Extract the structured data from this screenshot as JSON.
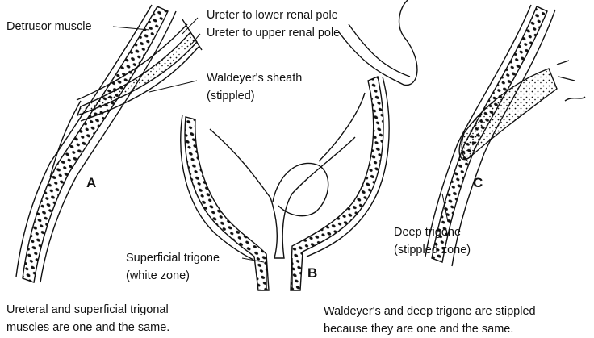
{
  "labels": {
    "detrusor_muscle": "Detrusor muscle",
    "ureter_lower": "Ureter to lower renal pole",
    "ureter_upper": "Ureter to upper renal pole",
    "waldeyer_sheath": "Waldeyer's sheath",
    "waldeyer_sheath_note": "(stippled)",
    "superficial_trigone": "Superficial trigone",
    "superficial_trigone_note": "(white zone)",
    "deep_trigone": "Deep trigone",
    "deep_trigone_note": "(stippled zone)"
  },
  "panels": {
    "a": "A",
    "b": "B",
    "c": "C"
  },
  "captions": {
    "left_line1": "Ureteral and superficial trigonal",
    "left_line2": "muscles are one and the same.",
    "right_line1": "Waldeyer's and deep trigone are stippled",
    "right_line2": "because they are one and the same."
  },
  "colors": {
    "ink": "#111111",
    "background": "#ffffff"
  }
}
